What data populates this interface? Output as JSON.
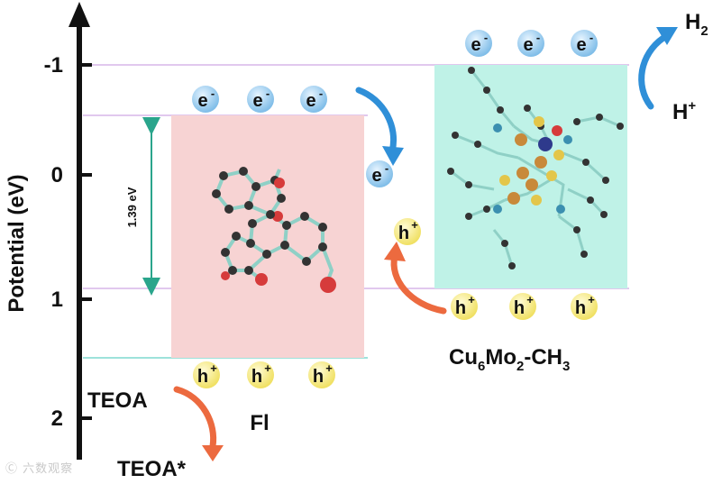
{
  "axis": {
    "title": "Potential (eV)",
    "ticks": [
      "-1",
      "0",
      "1",
      "2"
    ]
  },
  "gap_label": "1.39 eV",
  "fl": {
    "label": "Fl"
  },
  "cu": {
    "label_base": "Cu",
    "sub1": "6",
    "mid": "Mo",
    "sub2": "2",
    "tail": "-CH",
    "sub3": "3"
  },
  "teoa": {
    "reactant": "TEOA",
    "product": "TEOA*"
  },
  "h2": {
    "base": "H",
    "sub": "2"
  },
  "hplus": {
    "base": "H",
    "sup": "+"
  },
  "electron": {
    "base": "e",
    "sup": "-"
  },
  "hole": {
    "base": "h",
    "sup": "+"
  },
  "colors": {
    "fl_box": "#f7d3d3",
    "cu_box": "#bff2e7",
    "electron_bubble": "#9ecff0",
    "hole_bubble": "#f7ec86",
    "blue_arrow": "#2f8fd8",
    "orange_arrow": "#ec6a3f",
    "gap_arrow": "#2aa58c"
  },
  "watermark": "Ⓒ 六数观察"
}
